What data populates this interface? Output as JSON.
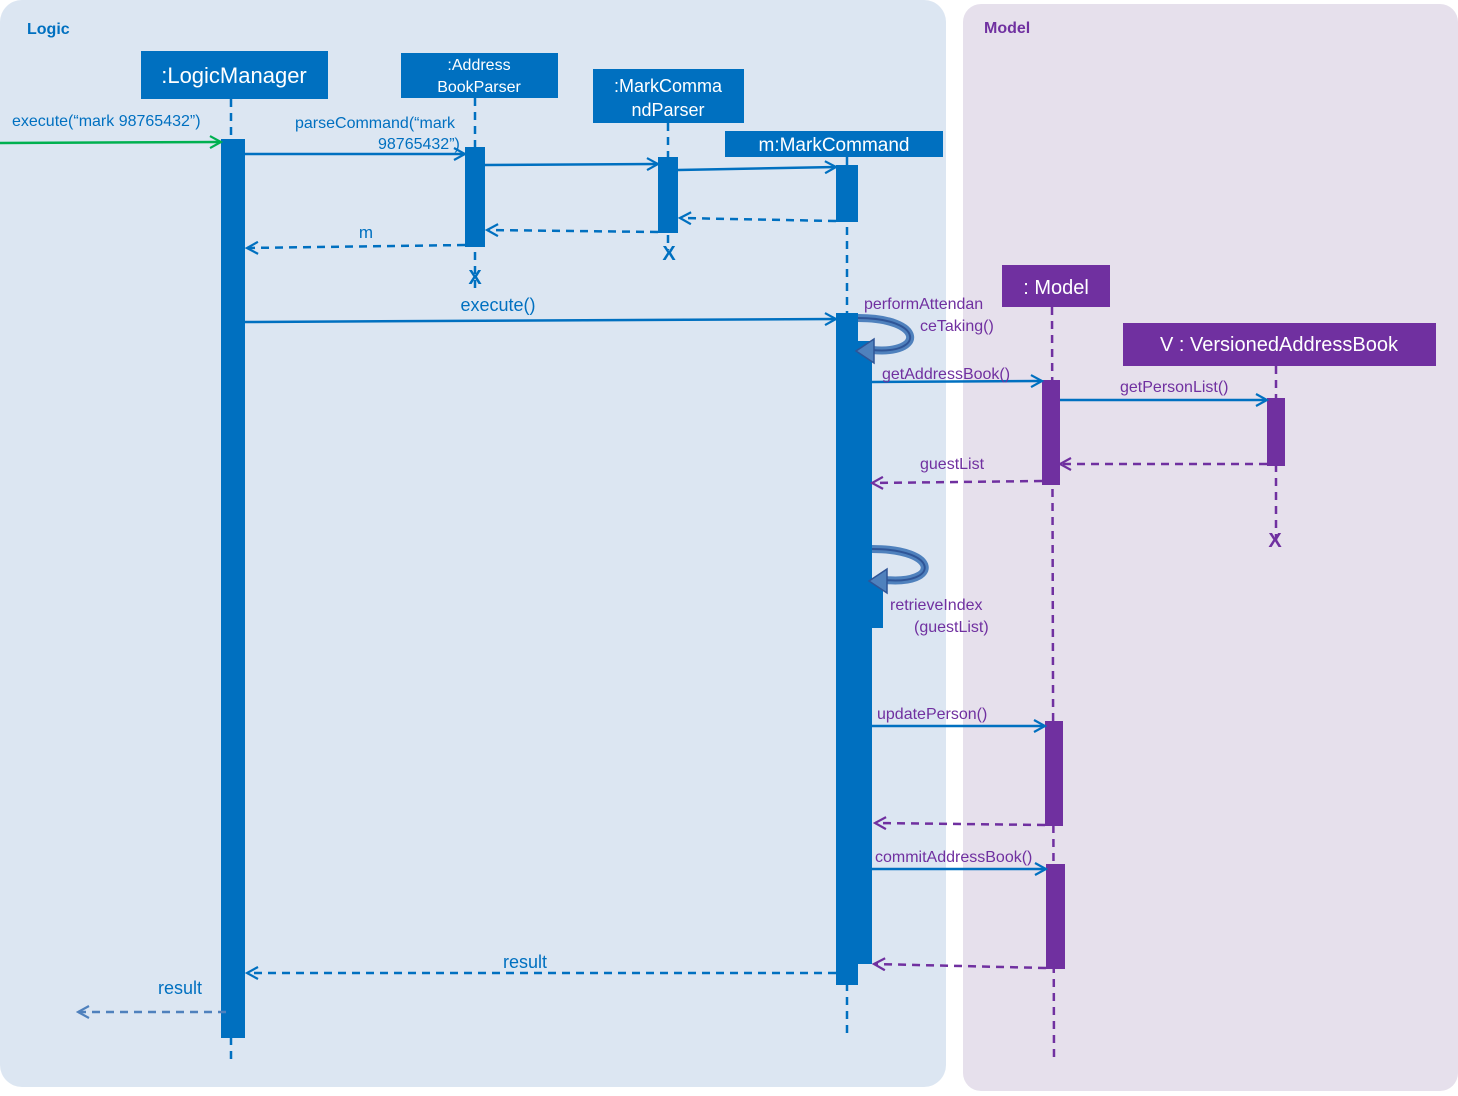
{
  "colors": {
    "logic_blue": "#0070C0",
    "model_purple": "#7030A0",
    "logic_bg": "#DCE6F2",
    "model_bg": "#E6E0EC",
    "entry_green": "#00B050"
  },
  "regions": {
    "logic": "Logic",
    "model": "Model"
  },
  "participants": {
    "logic_manager": ":LogicManager",
    "address_book_parser_l1": ":Address",
    "address_book_parser_l2": "BookParser",
    "mark_command_parser_l1": ":MarkComma",
    "mark_command_parser_l2": "ndParser",
    "mark_command": "m:MarkCommand",
    "model": ": Model",
    "versioned_address_book": "V : VersionedAddressBook"
  },
  "messages": {
    "execute_input": "execute(“mark 98765432”)",
    "parse_command_l1": "parseCommand(“mark",
    "parse_command_l2": "98765432”)",
    "return_m": "m",
    "execute": "execute()",
    "perform_attendance_l1": "performAttendan",
    "perform_attendance_l2": "ceTaking()",
    "get_address_book": "getAddressBook()",
    "get_person_list": "getPersonList()",
    "guest_list": "guestList",
    "retrieve_index_l1": "retrieveIndex",
    "retrieve_index_l2": "(guestList)",
    "update_person": "updatePerson()",
    "commit_address_book": "commitAddressBook()",
    "result_inner": "result",
    "result_outer": "result"
  },
  "destroy_marker": "X"
}
